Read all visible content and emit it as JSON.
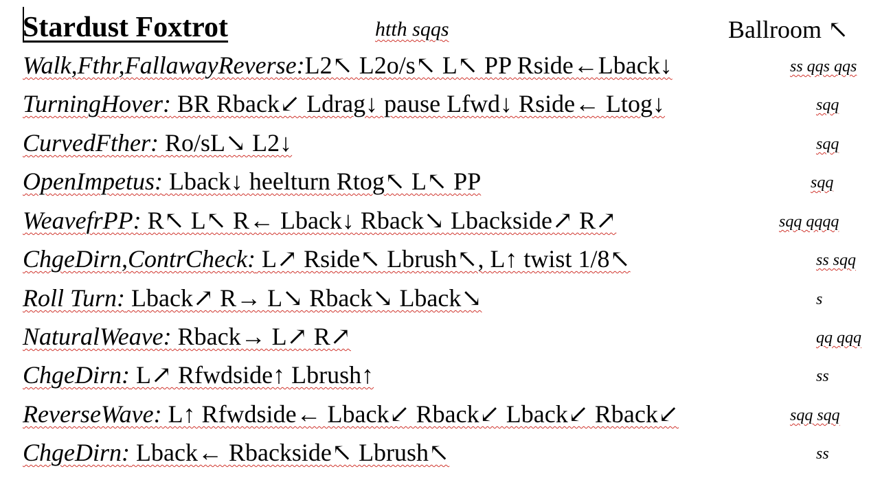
{
  "document": {
    "title": "Stardust Foxtrot",
    "subtitle": "htth sqqs",
    "category": "Ballroom ↖"
  },
  "figures": [
    {
      "name": "Walk,Fthr,FallawayReverse:",
      "steps": "L2↖ L2o/s↖ L↖ PP Rside←Lback↓",
      "rhythm": "ss qqs qqs"
    },
    {
      "name": "TurningHover:",
      "steps": " BR Rback↙ Ldrag↓ pause Lfwd↓ Rside← Ltog↓",
      "rhythm": "sqq"
    },
    {
      "name": "CurvedFther:",
      "steps": " Ro/sL↘ L2↓",
      "rhythm": "sqq"
    },
    {
      "name": "OpenImpetus:",
      "steps": " Lback↓ heelturn Rtog↖ L↖ PP",
      "rhythm": "sqq"
    },
    {
      "name": "WeavefrPP:",
      "steps": " R↖ L↖ R← Lback↓ Rback↘ Lbackside↗ R↗",
      "rhythm": "sqq qqqq"
    },
    {
      "name": "ChgeDirn,ContrCheck:",
      "steps": " L↗ Rside↖ Lbrush↖, L↑ twist 1/8↖",
      "rhythm": "ss sqq"
    },
    {
      "name": "Roll Turn:",
      "steps": " Lback↗ R→ L↘ Rback↘ Lback↘",
      "rhythm": "s"
    },
    {
      "name": "NaturalWeave:",
      "steps": " Rback→ L↗ R↗",
      "rhythm": "qq qqq"
    },
    {
      "name": "ChgeDirn:",
      "steps": " L↗ Rfwdside↑ Lbrush↑",
      "rhythm": "ss"
    },
    {
      "name": "ReverseWave:",
      "steps": " L↑ Rfwdside← Lback↙ Rback↙ Lback↙ Rback↙",
      "rhythm": "sqq sqq"
    },
    {
      "name": "ChgeDirn:",
      "steps": " Lback← Rbackside↖ Lbrush↖",
      "rhythm": "ss"
    }
  ]
}
